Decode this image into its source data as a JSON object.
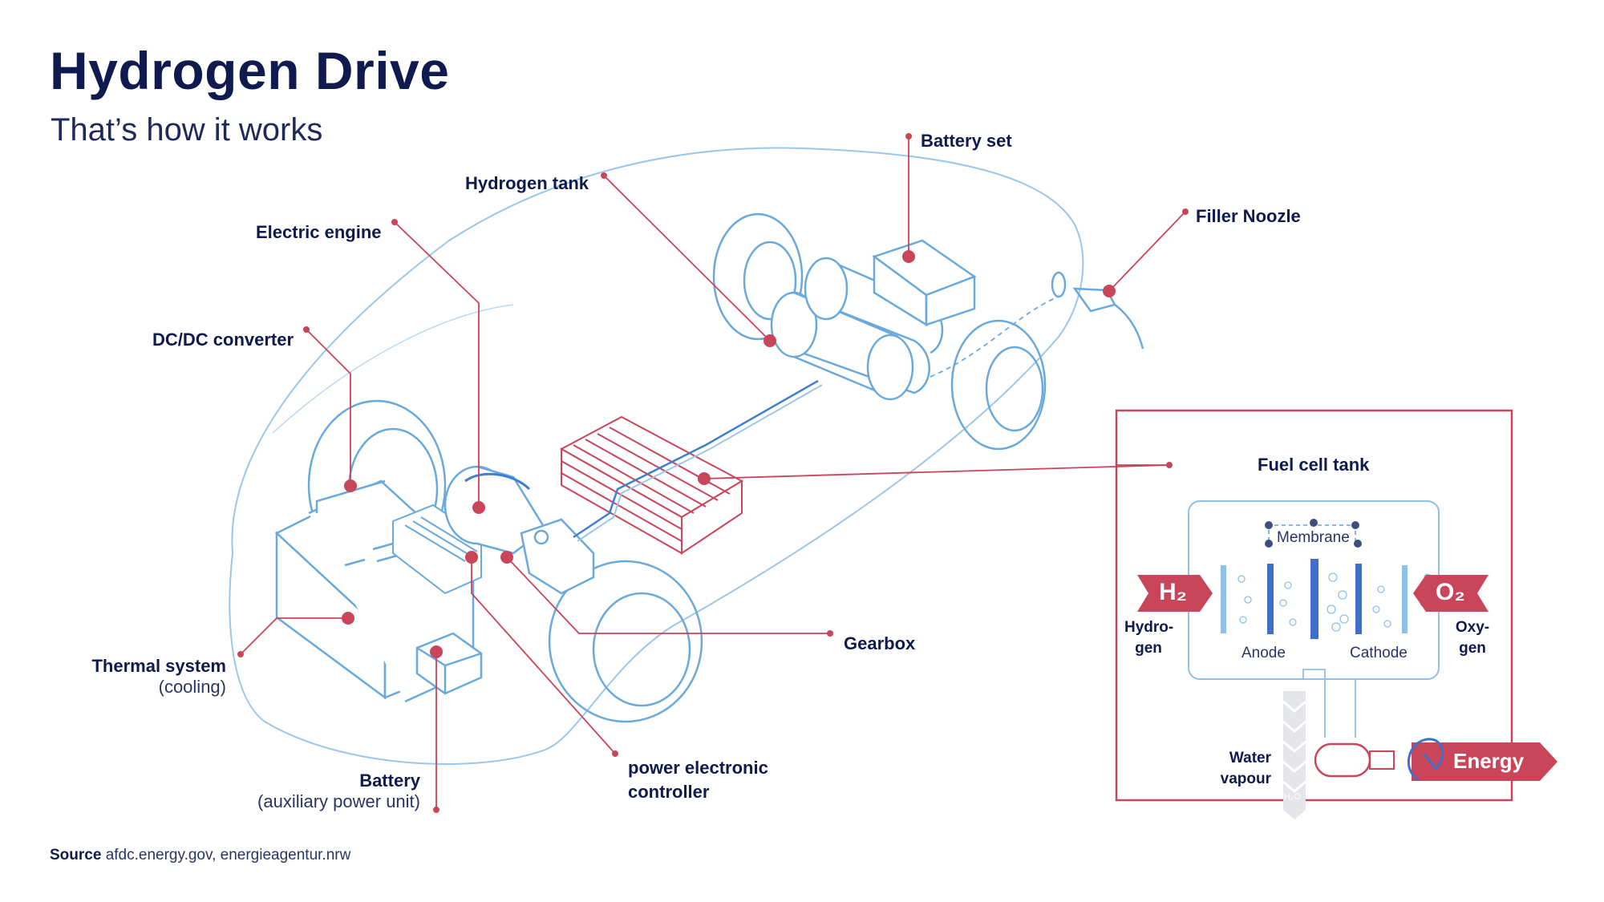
{
  "header": {
    "title": "Hydrogen Drive",
    "subtitle": "That’s how it works"
  },
  "labels": {
    "battery_set": "Battery set",
    "hydrogen_tank": "Hydrogen tank",
    "filler_nozzle": "Filler Noozle",
    "electric_engine": "Electric engine",
    "dcdc_converter": "DC/DC converter",
    "fuel_cell_tank": "Fuel cell tank",
    "gearbox": "Gearbox",
    "thermal_system": "Thermal system",
    "thermal_system_sub": "(cooling)",
    "battery": "Battery",
    "battery_sub": "(auxiliary power unit)",
    "pec_line1": "power electronic",
    "pec_line2": "controller"
  },
  "fuel_cell": {
    "membrane": "Membrane",
    "h2": "H₂",
    "o2": "O₂",
    "hydrogen_line1": "Hydro-",
    "hydrogen_line2": "gen",
    "oxygen_line1": "Oxy-",
    "oxygen_line2": "gen",
    "anode": "Anode",
    "cathode": "Cathode",
    "water_line1": "Water",
    "water_line2": "vapour",
    "h2o": "H₂O",
    "energy": "Energy"
  },
  "source": {
    "label": "Source",
    "text": " afdc.energy.gov, energieagentur.nrw"
  },
  "colors": {
    "navy": "#0f1a4f",
    "accent_red": "#c8455a",
    "line_blue": "#6aa9dc",
    "membrane_blue": "#3f6fc8"
  }
}
